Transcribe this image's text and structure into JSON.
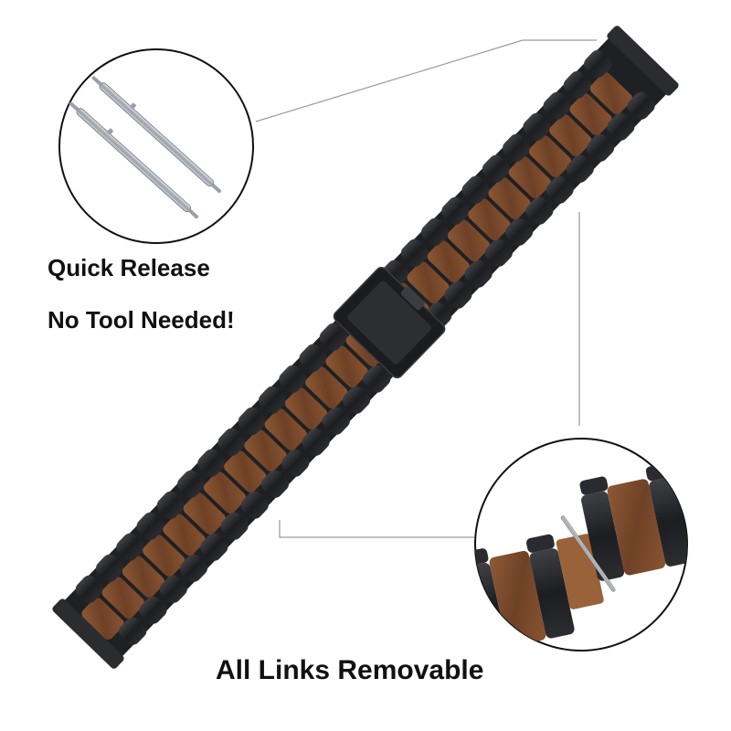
{
  "captions": {
    "quick_release": "Quick Release",
    "no_tool": "No Tool Needed!",
    "all_links": "All Links  Removable"
  },
  "colors": {
    "metal": "#222326",
    "metal_shade": "#34363a",
    "wood": "#7a4a2c",
    "wood_light": "#8e5a36",
    "pin_steel": "#b8bcc2",
    "callout_line": "#9a9a9a"
  },
  "icons": [
    "spring-bar-pins",
    "wood-metal-watch-band",
    "deployment-clasp",
    "detached-link"
  ]
}
